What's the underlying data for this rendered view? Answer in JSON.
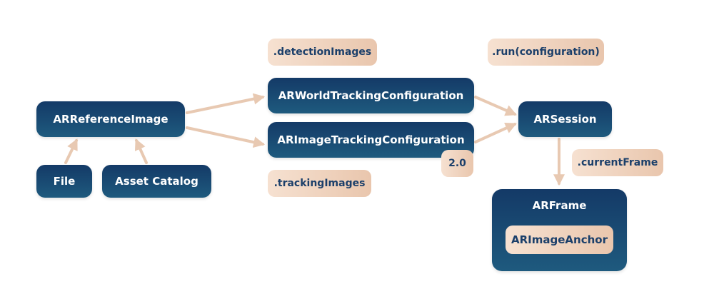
{
  "nodes": {
    "arreferenceimage": "ARReferenceImage",
    "file": "File",
    "asset_catalog": "Asset Catalog",
    "world_tracking": "ARWorldTrackingConfiguration",
    "image_tracking": "ARImageTrackingConfiguration",
    "arsession": "ARSession",
    "arframe": "ARFrame",
    "arimageanchor": "ARImageAnchor"
  },
  "labels": {
    "detection_images": ".detectionImages",
    "tracking_images": ".trackingImages",
    "run_configuration": ".run(configuration)",
    "current_frame": ".currentFrame",
    "version_badge": "2.0"
  },
  "colors": {
    "dark_node": "#143a67",
    "tan_label": "#eccdb6",
    "arrow": "#e8c9b2",
    "label_text": "#1b3f6a"
  }
}
